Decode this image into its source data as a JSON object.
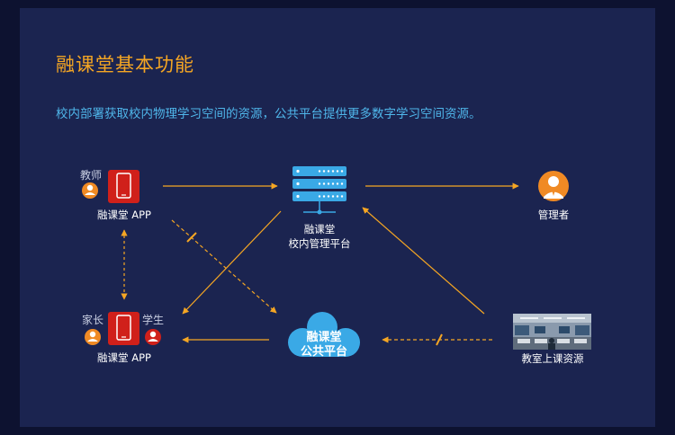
{
  "title": "融课堂基本功能",
  "subtitle": "校内部署获取校内物理学习空间的资源，公共平台提供更多数字学习空间资源。",
  "nodes": {
    "teacher_role": "教师",
    "app_top_label": "融课堂 APP",
    "server_label_line1": "融课堂",
    "server_label_line2": "校内管理平台",
    "admin_label": "管理者",
    "parent_role": "家长",
    "student_role": "学生",
    "app_bottom_label": "融课堂 APP",
    "cloud_line1": "融课堂",
    "cloud_line2": "公共平台",
    "classroom_label": "教室上课资源"
  },
  "colors": {
    "background": "#1b2450",
    "accent": "#f5a623",
    "subtitle": "#4fb6ea",
    "phone_red": "#d0201a",
    "cloud_blue": "#3aa9e6",
    "server_blue": "#3aa9e6"
  }
}
